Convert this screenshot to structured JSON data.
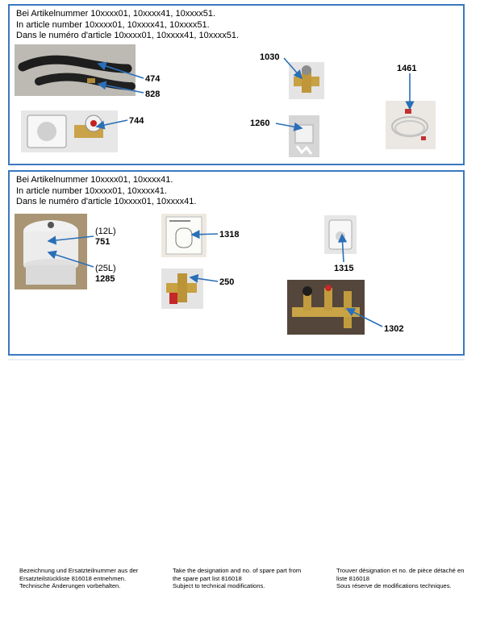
{
  "section1": {
    "lines": [
      "Bei Artikelnummer 10xxxx01, 10xxxx41, 10xxxx51.",
      "In article number 10xxxx01, 10xxxx41, 10xxxx51.",
      "Dans le numéro d'article 10xxxx01, 10xxxx41, 10xxxx51."
    ],
    "parts": {
      "p474": "474",
      "p828": "828",
      "p744": "744",
      "p1030": "1030",
      "p1260": "1260",
      "p1461": "1461"
    }
  },
  "section2": {
    "lines": [
      "Bei Artikelnummer 10xxxx01, 10xxxx41.",
      "In article number 10xxxx01, 10xxxx41.",
      "Dans le numéro d'article 10xxxx01, 10xxxx41."
    ],
    "parts": {
      "size12": "(12L)",
      "p751": "751",
      "size25": "(25L)",
      "p1285": "1285",
      "p1318": "1318",
      "p250": "250",
      "p1315": "1315",
      "p1302": "1302"
    }
  },
  "footer": {
    "de": [
      "Bezeichnung und Ersatzteilnummer aus der",
      "Ersatzteilstückliste 816018 entnehmen.",
      "Technische Änderungen vorbehalten."
    ],
    "en": [
      "Take the designation and no. of spare part from",
      "the spare part list 816018",
      "Subject to technical modifications."
    ],
    "fr": [
      "Trouver désignation et no. de pièce détaché en",
      "liste 816018",
      "Sous réserve de modifications techniques."
    ]
  },
  "colors": {
    "frame": "#3a78c0",
    "arrow": "#2a6fb8"
  }
}
